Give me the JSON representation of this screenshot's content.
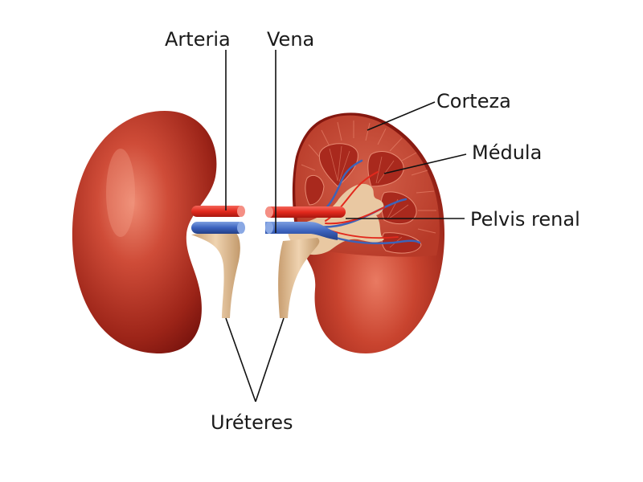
{
  "labels": {
    "arteria": "Arteria",
    "vena": "Vena",
    "corteza": "Corteza",
    "medula": "Médula",
    "pelvis": "Pelvis renal",
    "ureteres": "Uréteres"
  },
  "colors": {
    "kidney_dark": "#8a1a12",
    "kidney_light": "#e2705a",
    "artery": "#e8372a",
    "vein": "#3d63b8",
    "ureter": "#dcb98e",
    "medulla": "#b5352a",
    "leader_line": "#111111"
  }
}
